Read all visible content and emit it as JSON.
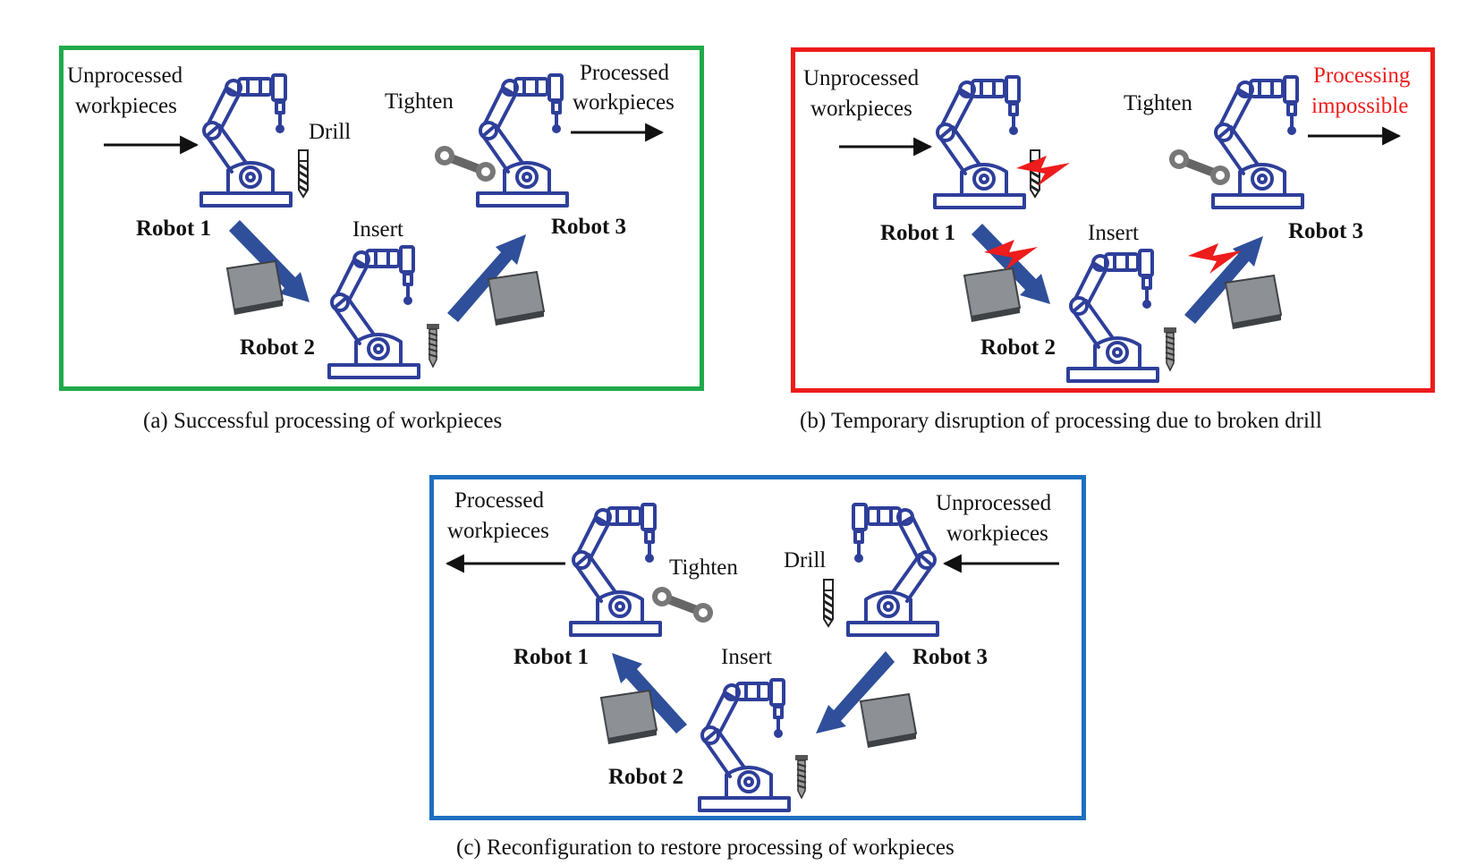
{
  "colors": {
    "robot": "#2e3f9a",
    "flow_arrow": "#2f4f9a",
    "panel_a_border": "#1faa4a",
    "panel_b_border": "#ee1c1c",
    "panel_c_border": "#1d6fc0",
    "fault": "#ee1c1c"
  },
  "icons": [
    "robot-arm-icon",
    "drill-bit-icon",
    "screw-icon",
    "wrench-icon",
    "workpiece-plate-icon",
    "lightning-fault-icon"
  ],
  "panel_a": {
    "caption": "(a) Successful processing of workpieces",
    "input": "Unprocessed workpieces",
    "input_l1": "Unprocessed",
    "input_l2": "workpieces",
    "output_l1": "Processed",
    "output_l2": "workpieces",
    "drill": "Drill",
    "insert": "Insert",
    "tighten": "Tighten",
    "robot1": "Robot 1",
    "robot2": "Robot 2",
    "robot3": "Robot 3"
  },
  "panel_b": {
    "caption": "(b) Temporary disruption of processing  due to broken drill",
    "input_l1": "Unprocessed",
    "input_l2": "workpieces",
    "output_l1": "Processing",
    "output_l2": "impossible",
    "insert": "Insert",
    "tighten": "Tighten",
    "robot1": "Robot 1",
    "robot2": "Robot 2",
    "robot3": "Robot 3"
  },
  "panel_c": {
    "caption": "(c) Reconfiguration to restore processing of workpieces",
    "output_l1": "Processed",
    "output_l2": "workpieces",
    "input_l1": "Unprocessed",
    "input_l2": "workpieces",
    "drill": "Drill",
    "insert": "Insert",
    "tighten": "Tighten",
    "robot1": "Robot 1",
    "robot2": "Robot 2",
    "robot3": "Robot 3"
  }
}
